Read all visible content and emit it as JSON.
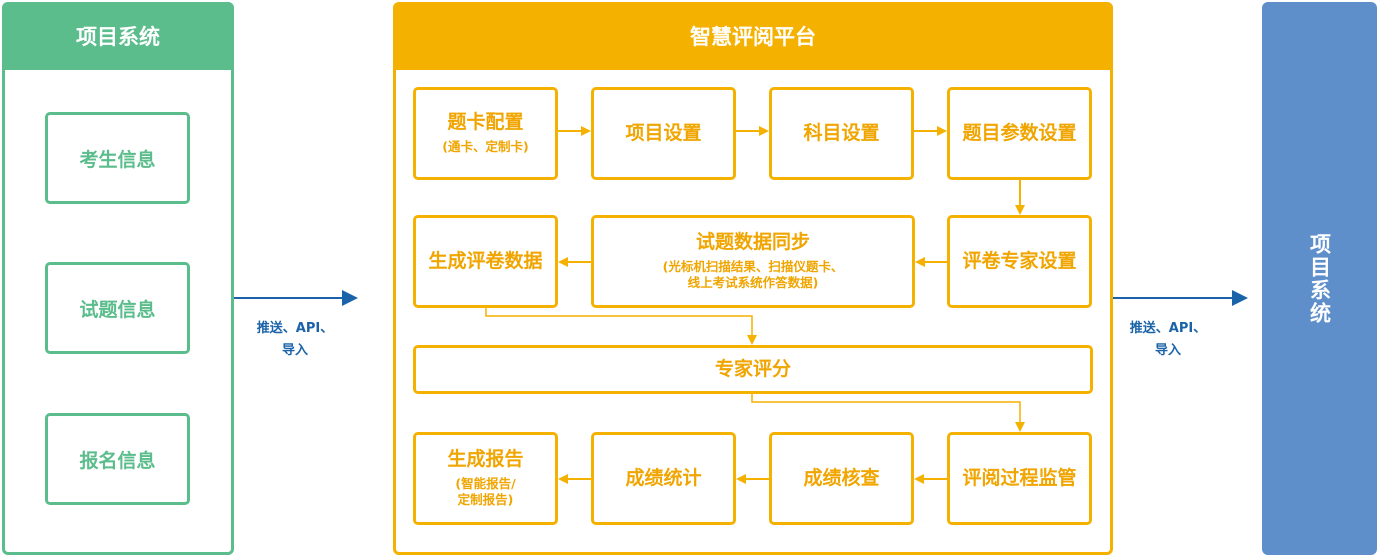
{
  "left_panel": {
    "title": "项目系统",
    "items": [
      "考生信息",
      "试题信息",
      "报名信息"
    ]
  },
  "center_panel": {
    "title": "智慧评阅平台",
    "row1": [
      {
        "label": "题卡配置",
        "sub": "(通卡、定制卡)"
      },
      {
        "label": "项目设置"
      },
      {
        "label": "科目设置"
      },
      {
        "label": "题目参数设置"
      }
    ],
    "row2": [
      {
        "label": "生成评卷数据"
      },
      {
        "label": "试题数据同步",
        "sub1": "(光标机扫描结果、扫描仪题卡、",
        "sub2": "线上考试系统作答数据)"
      },
      {
        "label": "评卷专家设置"
      }
    ],
    "expert_scoring": "专家评分",
    "row4": [
      {
        "label": "生成报告",
        "sub1": "(智能报告/",
        "sub2": "定制报告)"
      },
      {
        "label": "成绩统计"
      },
      {
        "label": "成绩核查"
      },
      {
        "label": "评阅过程监管"
      }
    ]
  },
  "right_panel": {
    "title": "项目系统"
  },
  "links": {
    "left_line1": "推送、API、",
    "left_line2": "导入",
    "right_line1": "推送、API、",
    "right_line2": "导入"
  },
  "colors": {
    "green": "#5bbd8c",
    "yellow": "#f5b100",
    "blue_panel": "#5f8fca",
    "blue_arrow": "#1a63a8"
  }
}
